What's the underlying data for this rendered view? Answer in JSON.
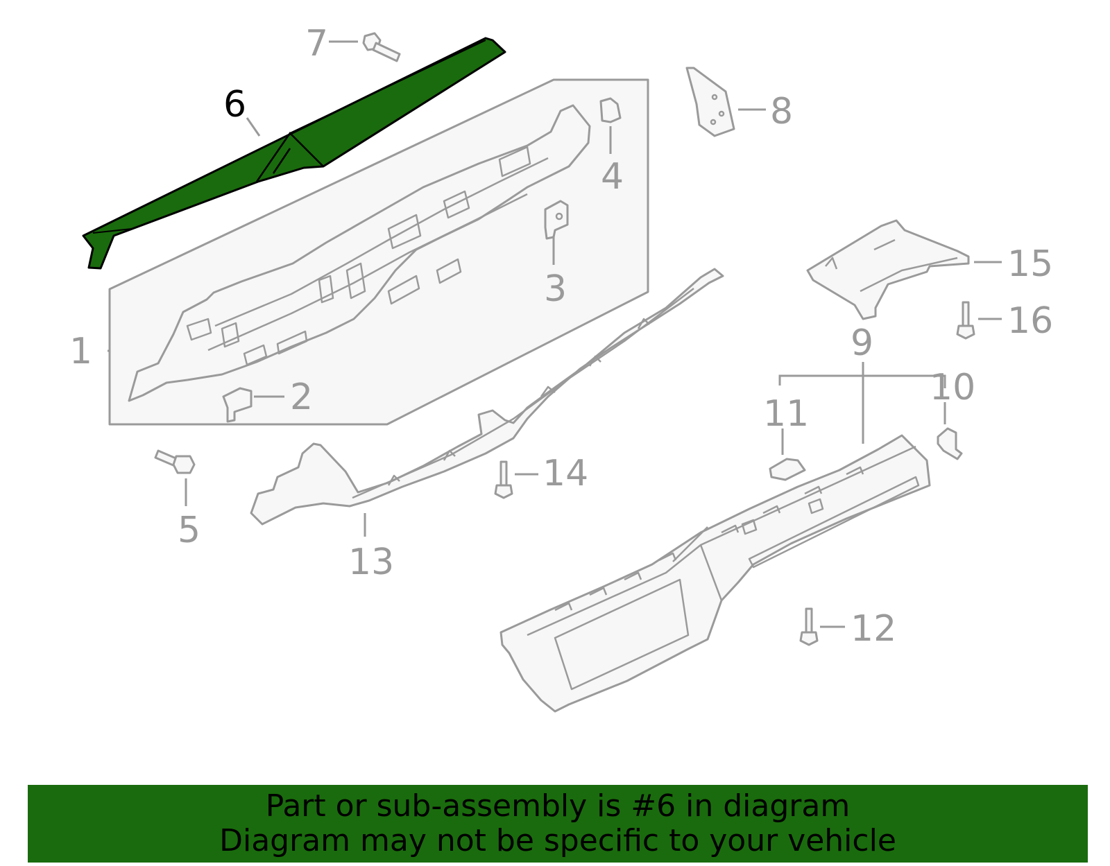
{
  "callouts": [
    {
      "id": "1",
      "label": "1"
    },
    {
      "id": "2",
      "label": "2"
    },
    {
      "id": "3",
      "label": "3"
    },
    {
      "id": "4",
      "label": "4"
    },
    {
      "id": "5",
      "label": "5"
    },
    {
      "id": "6",
      "label": "6"
    },
    {
      "id": "7",
      "label": "7"
    },
    {
      "id": "8",
      "label": "8"
    },
    {
      "id": "9",
      "label": "9"
    },
    {
      "id": "10",
      "label": "10"
    },
    {
      "id": "11",
      "label": "11"
    },
    {
      "id": "12",
      "label": "12"
    },
    {
      "id": "13",
      "label": "13"
    },
    {
      "id": "14",
      "label": "14"
    },
    {
      "id": "15",
      "label": "15"
    },
    {
      "id": "16",
      "label": "16"
    }
  ],
  "highlighted_part": "6",
  "colors": {
    "highlight": "#1a6b0d",
    "banner_background": "#1a6b0d",
    "line": "#9a9a9a",
    "text": "#000000"
  },
  "banner": {
    "line1": "Part or sub-assembly is #6 in diagram",
    "line2": "Diagram may not be specific to your vehicle"
  }
}
